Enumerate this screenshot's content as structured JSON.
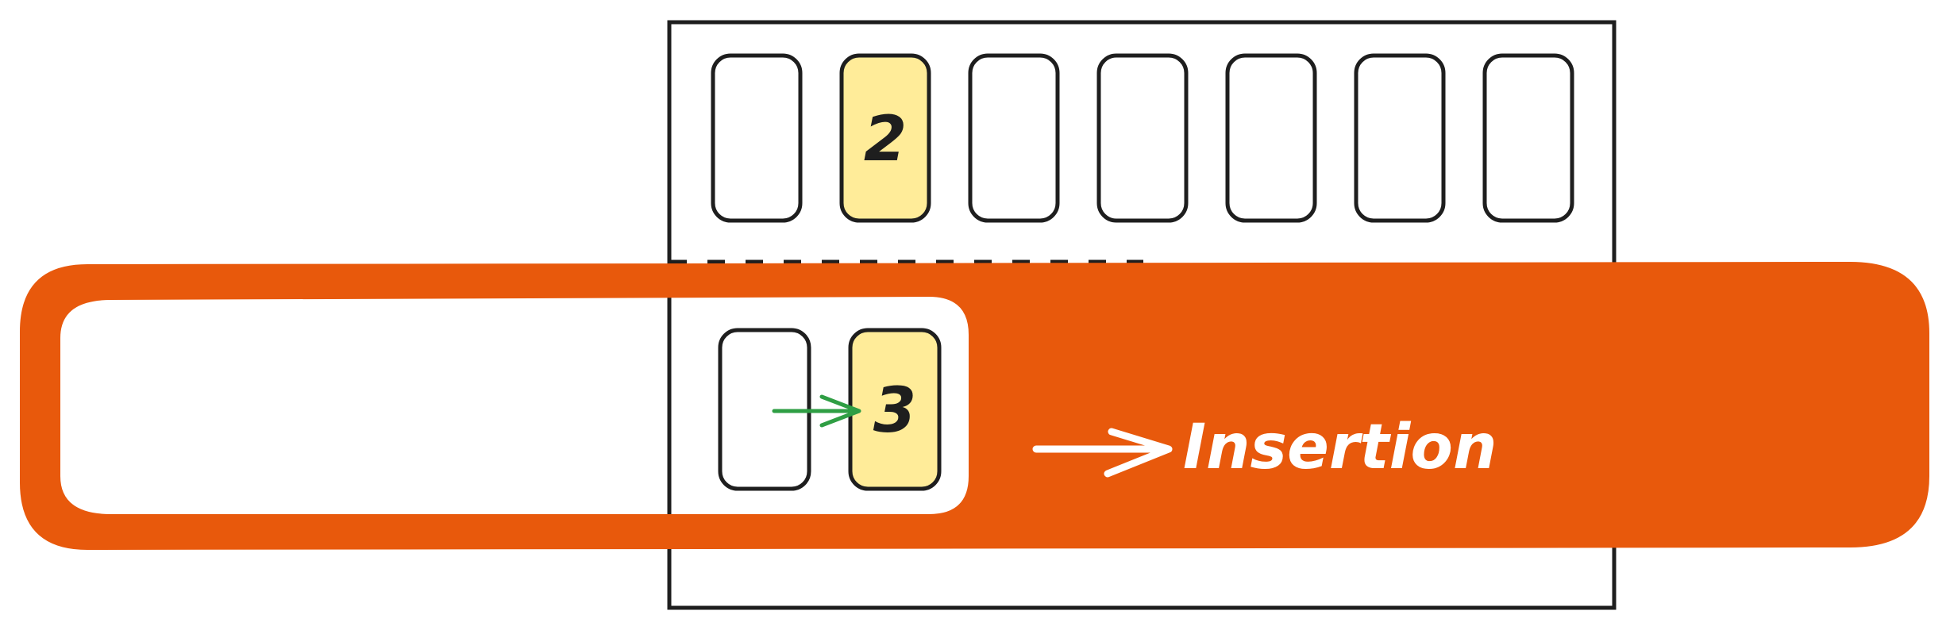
{
  "top_row": {
    "cells": [
      {
        "label": "",
        "highlighted": false
      },
      {
        "label": "2",
        "highlighted": true
      },
      {
        "label": "",
        "highlighted": false
      },
      {
        "label": "",
        "highlighted": false
      },
      {
        "label": "",
        "highlighted": false
      },
      {
        "label": "",
        "highlighted": false
      },
      {
        "label": "",
        "highlighted": false
      }
    ]
  },
  "bottom_row": {
    "cells": [
      {
        "label": "",
        "highlighted": false
      },
      {
        "label": "3",
        "highlighted": true
      }
    ]
  },
  "annotation": {
    "label": "Insertion"
  },
  "colors": {
    "stroke": "#1e1e1e",
    "highlight_fill": "#ffec99",
    "accent": "#e8590c",
    "arrow_green": "#2f9e44",
    "text_light": "#ffffff"
  }
}
